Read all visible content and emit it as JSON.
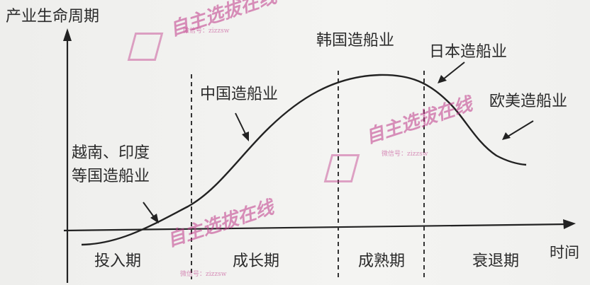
{
  "diagram": {
    "y_axis_label": "产业生命周期",
    "x_axis_label": "时间",
    "stages": [
      "投入期",
      "成长期",
      "成熟期",
      "衰退期"
    ],
    "annotations": {
      "vietnam_india_line1": "越南、印度",
      "vietnam_india_line2": "等国造船业",
      "china": "中国造船业",
      "korea": "韩国造船业",
      "japan": "日本造船业",
      "europe_us": "欧美造船业"
    }
  },
  "watermark": {
    "big_text": "自主选拔在线",
    "small_text": "微信号：zizzsw"
  }
}
